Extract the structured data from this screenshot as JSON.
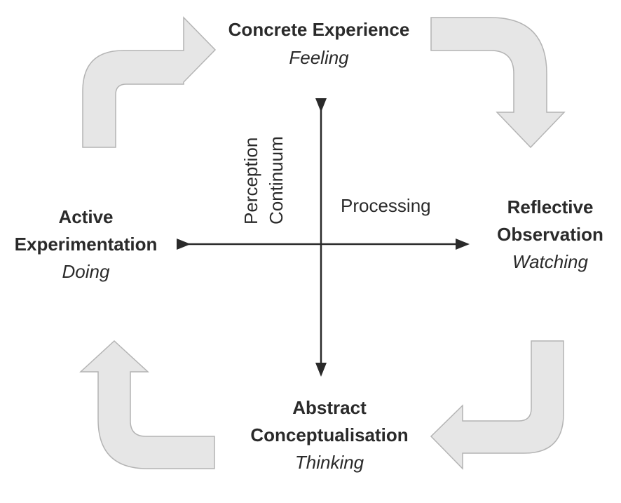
{
  "stages": {
    "concrete": {
      "name": "Concrete Experience",
      "mode": "Feeling"
    },
    "reflective": {
      "name_line1": "Reflective",
      "name_line2": "Observation",
      "mode": "Watching"
    },
    "abstract": {
      "name_line1": "Abstract",
      "name_line2": "Conceptualisation",
      "mode": "Thinking"
    },
    "active": {
      "name_line1": "Active",
      "name_line2": "Experimentation",
      "mode": "Doing"
    }
  },
  "axes": {
    "horizontal_label": "Processing",
    "vertical_label_line1": "Perception",
    "vertical_label_line2": "Continuum"
  },
  "colors": {
    "cycle_arrow_fill": "#e6e6e6",
    "cycle_arrow_stroke": "#b4b4b4",
    "axis": "#2a2a2a"
  }
}
